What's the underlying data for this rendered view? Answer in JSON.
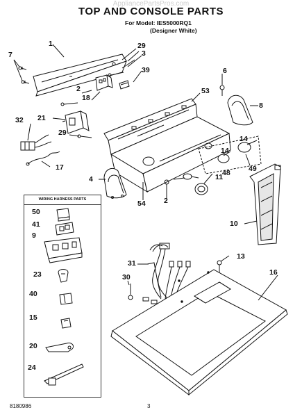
{
  "watermark": "AppliancePartsPros.com",
  "title": "TOP AND CONSOLE PARTS",
  "model_line": "For Model: IES5000RQ1",
  "variant_line": "(Designer White)",
  "footer": {
    "doc_number": "8180986",
    "page_number": "3"
  },
  "wiring_box": {
    "title": "WIRING HARNESS PARTS"
  },
  "callouts": {
    "c1": "1",
    "c2a": "2",
    "c2b": "2",
    "c3": "3",
    "c4": "4",
    "c6": "6",
    "c7": "7",
    "c8": "8",
    "c9": "9",
    "c10": "10",
    "c11": "11",
    "c13": "13",
    "c14a": "14",
    "c14b": "14",
    "c15": "15",
    "c16": "16",
    "c17": "17",
    "c18": "18",
    "c20": "20",
    "c21": "21",
    "c23": "23",
    "c24": "24",
    "c29a": "29",
    "c29b": "29",
    "c30": "30",
    "c31": "31",
    "c32": "32",
    "c39": "39",
    "c40": "40",
    "c41": "41",
    "c48": "48",
    "c49": "49",
    "c50": "50",
    "c53": "53",
    "c54": "54"
  }
}
